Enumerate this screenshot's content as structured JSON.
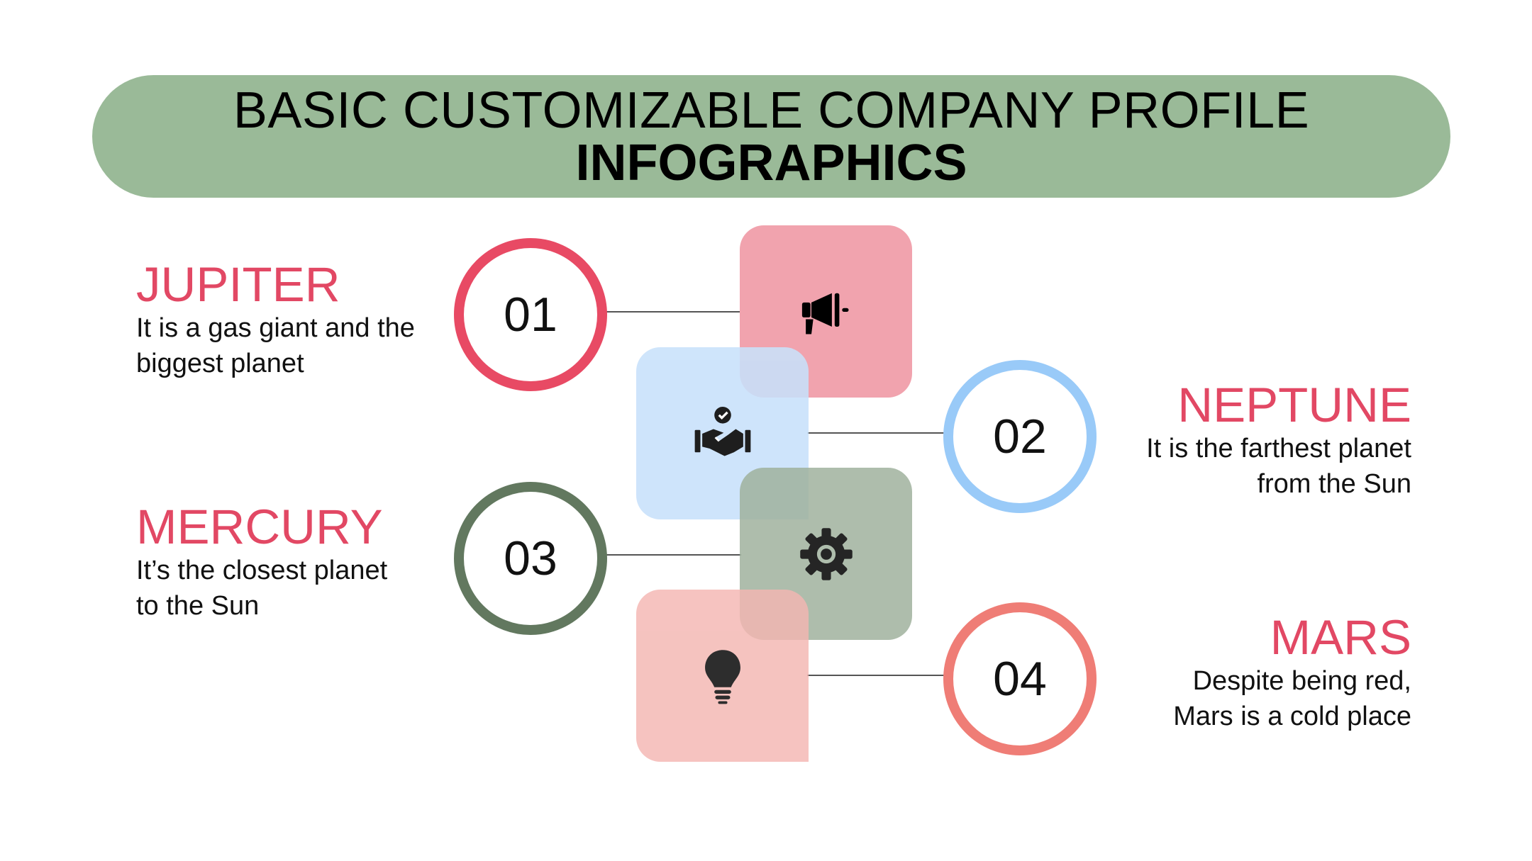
{
  "header": {
    "title_line1": "BASIC CUSTOMIZABLE COMPANY PROFILE",
    "title_line2": "INFOGRAPHICS",
    "background": "#9aba98"
  },
  "items": [
    {
      "number": "01",
      "name": "JUPITER",
      "description_line1": "It is a gas giant and the",
      "description_line2": "biggest planet",
      "ring_color": "#e84a64",
      "tile_color": "#f1a3ae",
      "icon": "megaphone-icon"
    },
    {
      "number": "02",
      "name": "NEPTUNE",
      "description_line1": "It is the farthest planet",
      "description_line2": "from the Sun",
      "ring_color": "#99caf8",
      "tile_color": "#c8e1fb",
      "icon": "handshake-check-icon"
    },
    {
      "number": "03",
      "name": "MERCURY",
      "description_line1": "It’s the closest planet",
      "description_line2": "to the Sun",
      "ring_color": "#62785f",
      "tile_color": "#a0b29e",
      "icon": "gear-icon"
    },
    {
      "number": "04",
      "name": "MARS",
      "description_line1": "Despite being red,",
      "description_line2": "Mars is a cold place",
      "ring_color": "#ef7d76",
      "tile_color": "#f4b6b2",
      "icon": "lightbulb-icon"
    }
  ],
  "title_color": "#e24864",
  "connector_color": "#555555"
}
